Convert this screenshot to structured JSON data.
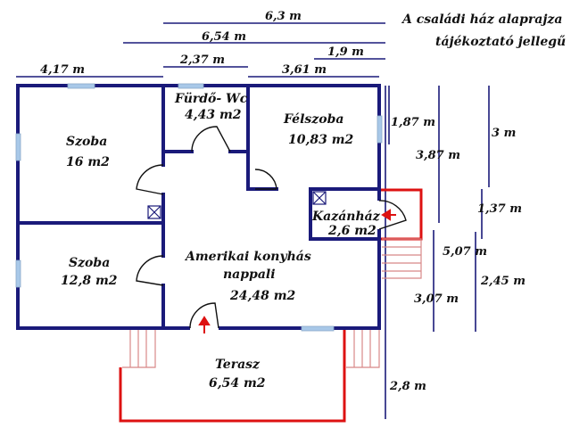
{
  "title": {
    "line1": "A családi ház alaprajza",
    "line2": "tájékoztató jellegű"
  },
  "rooms": {
    "szoba_top": {
      "name": "Szoba",
      "area": "16 m2"
    },
    "furdo": {
      "name": "Fürdő- Wc",
      "area": "4,43 m2"
    },
    "felszoba": {
      "name": "Félszoba",
      "area": "10,83 m2"
    },
    "kazanhaz": {
      "name": "Kazánház",
      "area": "2,6 m2"
    },
    "szoba_bottom": {
      "name": "Szoba",
      "area": "12,8 m2"
    },
    "nappali": {
      "name1": "Amerikai konyhás",
      "name2": "nappali",
      "area": "24,48 m2"
    },
    "terasz": {
      "name": "Terasz",
      "area": "6,54 m2"
    }
  },
  "dimensions": {
    "top_6_3": "6,3 m",
    "top_6_54": "6,54 m",
    "top_1_9": "1,9 m",
    "top_4_17": "4,17 m",
    "top_2_37": "2,37 m",
    "top_3_61": "3,61 m",
    "side_1_87": "1,87 m",
    "side_3_87": "3,87 m",
    "side_3": "3 m",
    "side_1_37": "1,37 m",
    "side_5_07": "5,07 m",
    "side_2_45": "2,45 m",
    "side_3_07": "3,07 m",
    "side_2_8": "2,8 m"
  },
  "colors": {
    "wall": "#1a1a7a",
    "extension": "#dd1111",
    "window": "#a8c8e8",
    "stairs": "#d88888"
  }
}
